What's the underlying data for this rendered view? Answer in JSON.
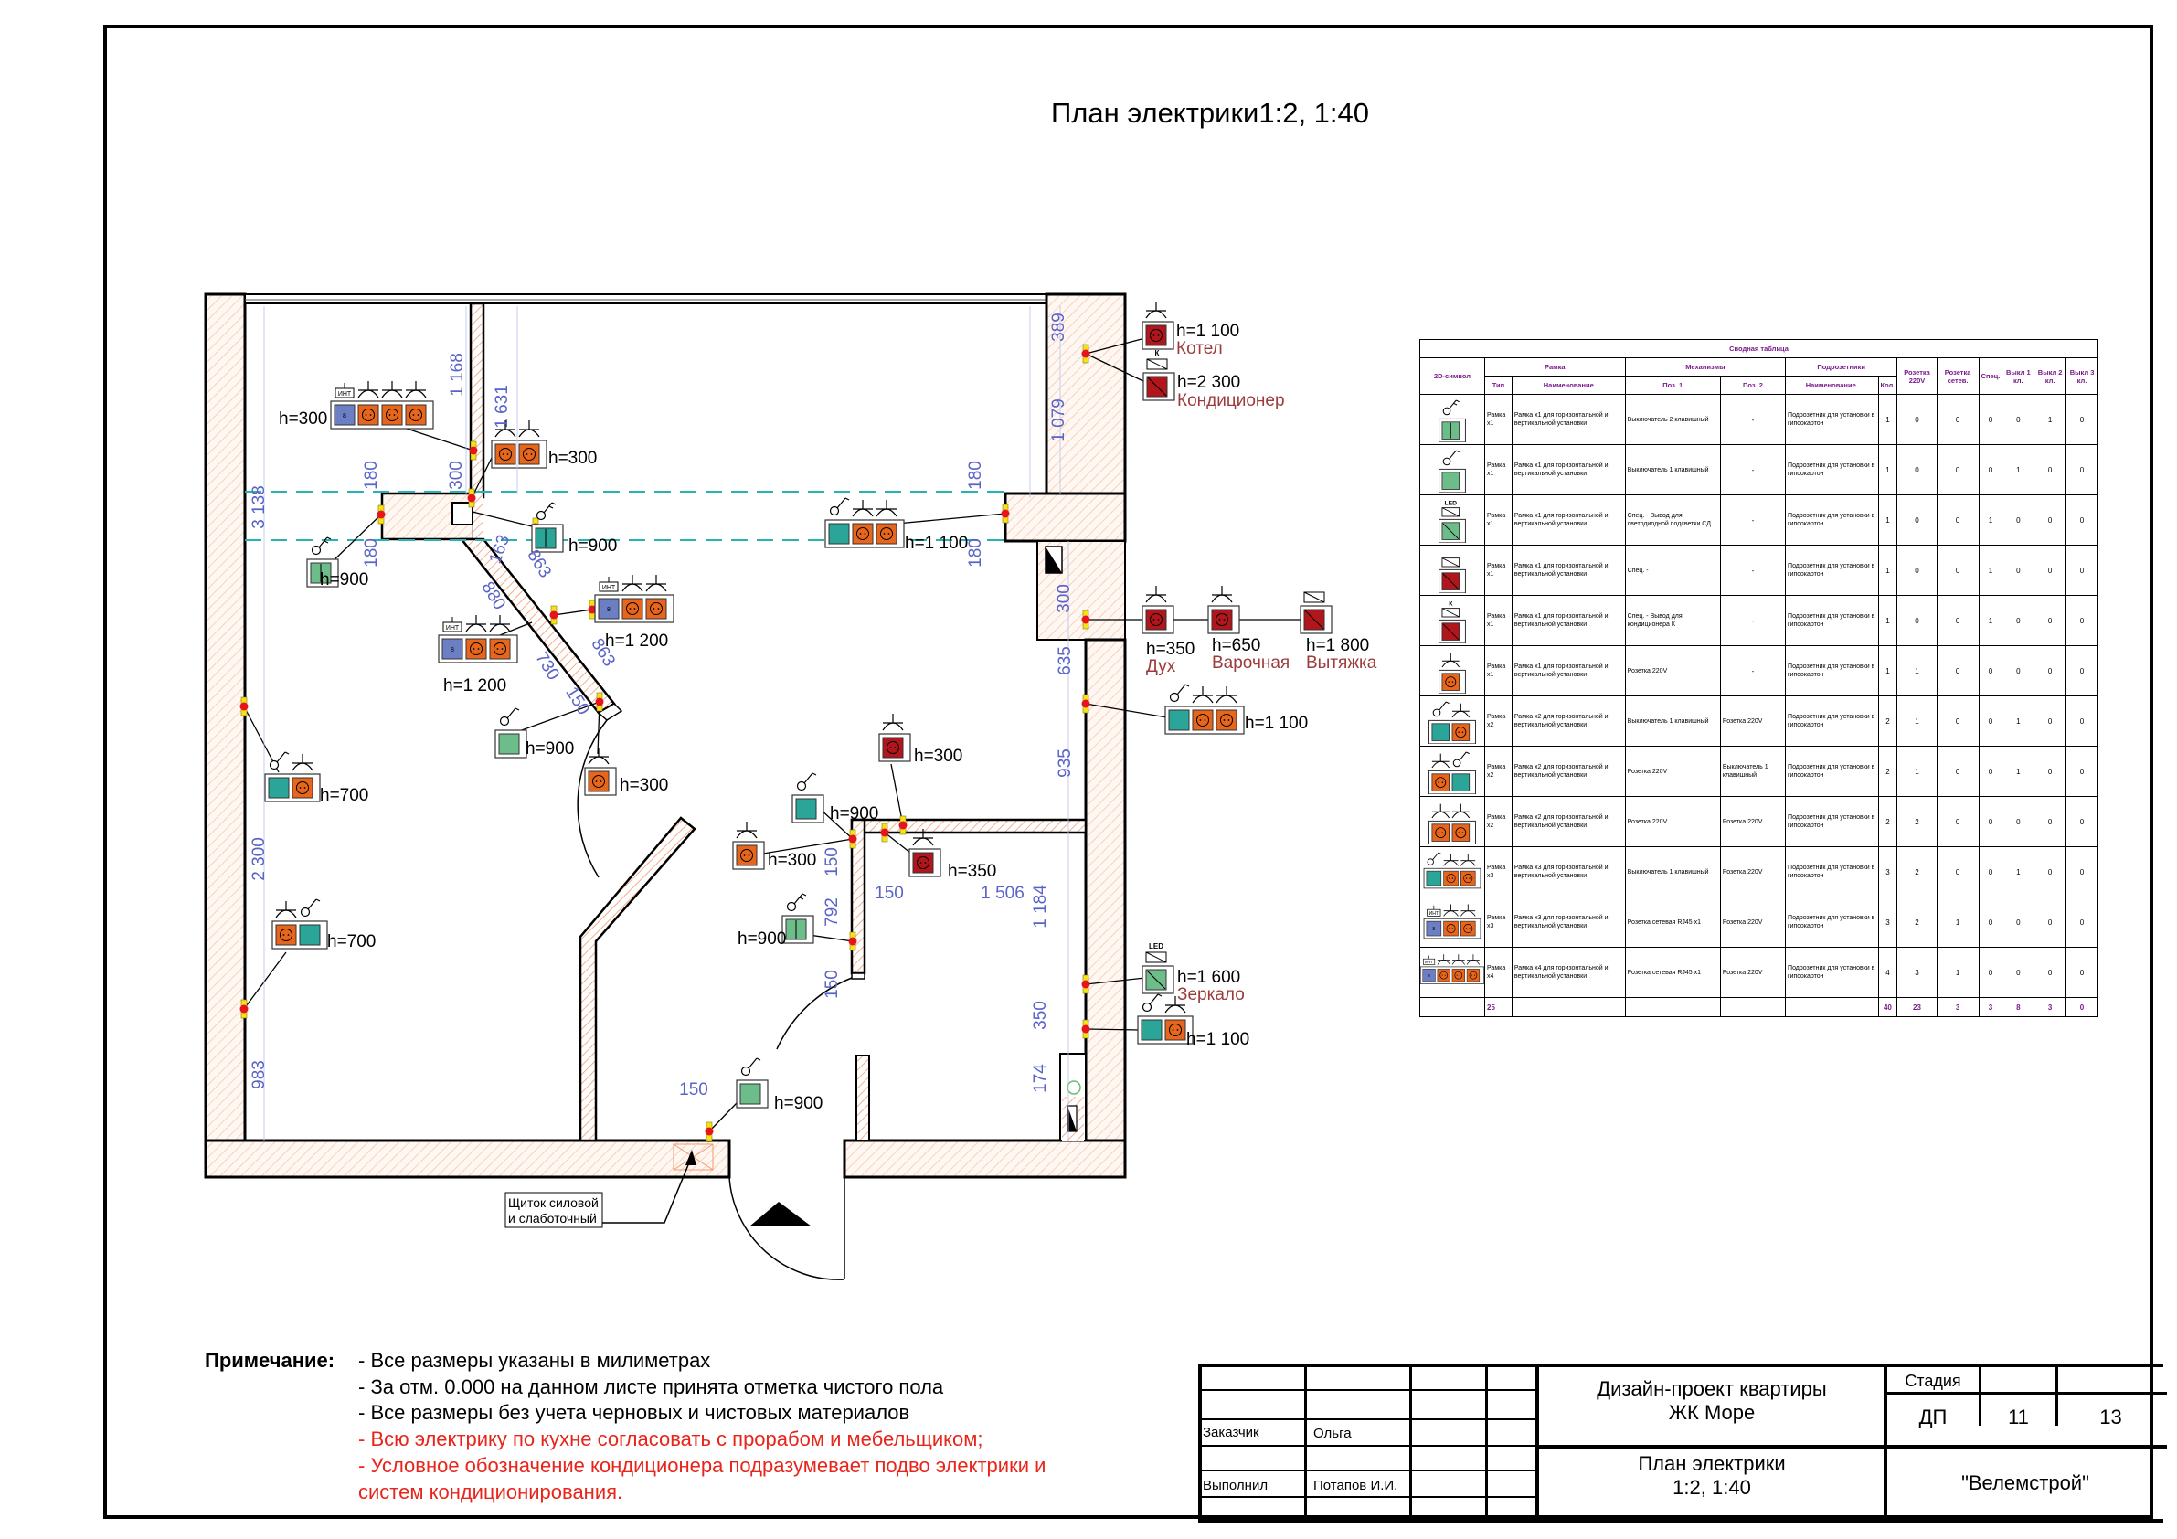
{
  "sheet": {
    "title": "План электрики1:2, 1:40"
  },
  "plan": {
    "heights": {
      "h300_cluster4": "h=300",
      "h300_pair": "h=300",
      "h900_left_switch": "h=900",
      "h900_center_switch": "h=900",
      "h1100_kitchen": "h=1 100",
      "h1200_upper": "h=1 200",
      "h1200_lower": "h=1 200",
      "h900_diag_switch": "h=900",
      "h300_door": "h=300",
      "h700_upper": "h=700",
      "h700_lower": "h=700",
      "h300_red": "h=300",
      "h900_corridor_switch": "h=900",
      "h300_corridor_socket": "h=300",
      "h350_bath": "h=350",
      "h900_double_switch": "h=900",
      "h900_entry": "h=900",
      "h1100_kotel": "h=1 100",
      "h2300_cond": "h=2 300",
      "h350_oven": "h=350",
      "h650_hob": "h=650",
      "h1800_hood": "h=1 800",
      "h1100_right": "h=1 100",
      "h1600_mirror": "h=1 600",
      "h1100_bath": "h=1 100"
    },
    "appliances": {
      "kotel": "Котел",
      "cond": "Кондиционер",
      "oven": "Дух",
      "hob": "Варочная",
      "hood": "Вытяжка",
      "mirror": "Зеркало"
    },
    "symbol_tags": {
      "int": "ИНТ",
      "led": "LED",
      "k": "К",
      "net": "8"
    },
    "dimensions": {
      "d3138": "3 138",
      "d180a": "180",
      "d180b": "180",
      "d1168": "1 168",
      "d1631": "1 631",
      "d300": "300",
      "d163": "163",
      "d863a": "863",
      "d880": "880",
      "d863b": "863",
      "d730": "730",
      "d150a": "150",
      "d180c": "180",
      "d180d": "180",
      "d389": "389",
      "d1079": "1 079",
      "d300b": "300",
      "d635": "635",
      "d935": "935",
      "d2300": "2 300",
      "d983": "983",
      "d150b": "150",
      "d150c": "150",
      "d1506": "1 506",
      "d792": "792",
      "d150d": "150",
      "d1184": "1 184",
      "d350": "350",
      "d174": "174",
      "d150e": "150"
    },
    "panel_label_line1": "Щиток силовой",
    "panel_label_line2": "и слаботочный"
  },
  "summary_table": {
    "title": "Сводная таблица",
    "groups": {
      "symbol": "2D-символ",
      "frame": "Рамка",
      "mechanisms": "Механизмы",
      "boxes": "Подрозетники"
    },
    "columns": {
      "type": "Тип",
      "frame_name": "Наименование",
      "pos1": "Поз. 1",
      "pos2": "Поз. 2",
      "box_name": "Наименование.",
      "qty": "Кол.",
      "socket220": "Розетка 220V",
      "socket_net": "Розетка сетев.",
      "special": "Спец.",
      "sw1": "Выкл 1 кл.",
      "sw2": "Выкл 2 кл.",
      "sw3": "Выкл 3 кл."
    },
    "rows": [
      {
        "symbol": "switch-2key",
        "type": "Рамка x1",
        "frame_name": "Рамка x1 для горизонтальной и вертикальной установки",
        "pos1": "Выключатель 2 клавишный",
        "pos2": "-",
        "box_name": "Подрозетник для установки в гипсокартон",
        "qty": "1",
        "socket220": "0",
        "socket_net": "0",
        "special": "0",
        "sw1": "0",
        "sw2": "1",
        "sw3": "0"
      },
      {
        "symbol": "switch-1key",
        "type": "Рамка x1",
        "frame_name": "Рамка x1 для горизонтальной и вертикальной установки",
        "pos1": "Выключатель 1 клавишный",
        "pos2": "-",
        "box_name": "Подрозетник для установки в гипсокартон",
        "qty": "1",
        "socket220": "0",
        "socket_net": "0",
        "special": "0",
        "sw1": "1",
        "sw2": "0",
        "sw3": "0"
      },
      {
        "symbol": "led-output",
        "type": "Рамка x1",
        "frame_name": "Рамка x1 для горизонтальной и вертикальной установки",
        "pos1": "Спец. - Вывод для светодиодной подсветки СД",
        "pos2": "-",
        "box_name": "Подрозетник для установки в гипсокартон",
        "qty": "1",
        "socket220": "0",
        "socket_net": "0",
        "special": "1",
        "sw1": "0",
        "sw2": "0",
        "sw3": "0"
      },
      {
        "symbol": "special-output",
        "type": "Рамка x1",
        "frame_name": "Рамка x1 для горизонтальной и вертикальной установки",
        "pos1": "Спец. -",
        "pos2": "-",
        "box_name": "Подрозетник для установки в гипсокартон",
        "qty": "1",
        "socket220": "0",
        "socket_net": "0",
        "special": "1",
        "sw1": "0",
        "sw2": "0",
        "sw3": "0"
      },
      {
        "symbol": "ac-output",
        "type": "Рамка x1",
        "frame_name": "Рамка x1 для горизонтальной и вертикальной установки",
        "pos1": "Спец. - Вывод для кондиционера К",
        "pos2": "-",
        "box_name": "Подрозетник для установки в гипсокартон",
        "qty": "1",
        "socket220": "0",
        "socket_net": "0",
        "special": "1",
        "sw1": "0",
        "sw2": "0",
        "sw3": "0"
      },
      {
        "symbol": "socket-1",
        "type": "Рамка x1",
        "frame_name": "Рамка x1 для горизонтальной и вертикальной установки",
        "pos1": "Розетка 220V",
        "pos2": "-",
        "box_name": "Подрозетник для установки в гипсокартон",
        "qty": "1",
        "socket220": "1",
        "socket_net": "0",
        "special": "0",
        "sw1": "0",
        "sw2": "0",
        "sw3": "0"
      },
      {
        "symbol": "switch-socket",
        "type": "Рамка x2",
        "frame_name": "Рамка x2 для горизонтальной и вертикальной установки",
        "pos1": "Выключатель 1 клавишный",
        "pos2": "Розетка 220V",
        "box_name": "Подрозетник для установки в гипсокартон",
        "qty": "2",
        "socket220": "1",
        "socket_net": "0",
        "special": "0",
        "sw1": "1",
        "sw2": "0",
        "sw3": "0"
      },
      {
        "symbol": "socket-switch",
        "type": "Рамка x2",
        "frame_name": "Рамка x2 для горизонтальной и вертикальной установки",
        "pos1": "Розетка 220V",
        "pos2": "Выключатель 1 клавишный",
        "box_name": "Подрозетник для установки в гипсокартон",
        "qty": "2",
        "socket220": "1",
        "socket_net": "0",
        "special": "0",
        "sw1": "1",
        "sw2": "0",
        "sw3": "0"
      },
      {
        "symbol": "socket-2",
        "type": "Рамка x2",
        "frame_name": "Рамка x2 для горизонтальной и вертикальной установки",
        "pos1": "Розетка 220V",
        "pos2": "Розетка 220V",
        "box_name": "Подрозетник для установки в гипсокартон",
        "qty": "2",
        "socket220": "2",
        "socket_net": "0",
        "special": "0",
        "sw1": "0",
        "sw2": "0",
        "sw3": "0"
      },
      {
        "symbol": "switch-socket-socket",
        "type": "Рамка x3",
        "frame_name": "Рамка x3 для горизонтальной и вертикальной установки",
        "pos1": "Выключатель 1 клавишный",
        "pos2": "Розетка 220V",
        "box_name": "Подрозетник для установки в гипсокартон",
        "qty": "3",
        "socket220": "2",
        "socket_net": "0",
        "special": "0",
        "sw1": "1",
        "sw2": "0",
        "sw3": "0"
      },
      {
        "symbol": "net-socket-socket",
        "type": "Рамка x3",
        "frame_name": "Рамка x3 для горизонтальной и вертикальной установки",
        "pos1": "Розетка сетевая RJ45 x1",
        "pos2": "Розетка 220V",
        "box_name": "Подрозетник для установки в гипсокартон",
        "qty": "3",
        "socket220": "2",
        "socket_net": "1",
        "special": "0",
        "sw1": "0",
        "sw2": "0",
        "sw3": "0"
      },
      {
        "symbol": "net-socket-x3",
        "type": "Рамка x4",
        "frame_name": "Рамка x4 для горизонтальной и вертикальной установки",
        "pos1": "Розетка сетевая RJ45 x1",
        "pos2": "Розетка 220V",
        "box_name": "Подрозетник для установки в гипсокартон",
        "qty": "4",
        "socket220": "3",
        "socket_net": "1",
        "special": "0",
        "sw1": "0",
        "sw2": "0",
        "sw3": "0"
      }
    ],
    "totals": {
      "type": "25",
      "qty": "40",
      "socket220": "23",
      "socket_net": "3",
      "special": "3",
      "sw1": "8",
      "sw2": "3",
      "sw3": "0"
    }
  },
  "notes": {
    "heading": "Примечание:",
    "items": [
      {
        "text": "- Все размеры указаны в милиметрах",
        "highlight": false
      },
      {
        "text": "- За отм. 0.000 на данном листе принята отметка чистого пола",
        "highlight": false
      },
      {
        "text": "-  Все размеры без учета черновых и чистовых материалов",
        "highlight": false
      },
      {
        "text": "- Всю электрику по кухне согласовать с прорабом и мебельщиком;",
        "highlight": true
      },
      {
        "text": "- Условное обозначение кондиционера подразумевает подво электрики и",
        "highlight": true
      },
      {
        "text": "систем кондиционирования.",
        "highlight": true
      }
    ]
  },
  "title_block": {
    "customer_label": "Заказчик",
    "customer": "Ольга",
    "author_label": "Выполнил",
    "author": "Потапов И.И.",
    "project_line1": "Дизайн-проект квартиры",
    "project_line2": "ЖК Море",
    "sheet_line1": "План электрики",
    "sheet_line2": "1:2, 1:40",
    "stage_label": "Стадия",
    "stage": "ДП",
    "sheet_no": "11",
    "sheets_total": "13",
    "company": "\"Велемстрой\""
  },
  "colors": {
    "socket_orange": "#e8661c",
    "socket_red": "#b0161b",
    "switch_green": "#6dbd8a",
    "switch_teal": "#2aa598",
    "net_blue": "#6c7fc4",
    "dimension_blue": "#5a63c8",
    "wall_hatch": "#f4a07a",
    "note_red": "#e8251b",
    "table_header": "#7a1a8c",
    "appliance_label": "#9b3b3b"
  }
}
